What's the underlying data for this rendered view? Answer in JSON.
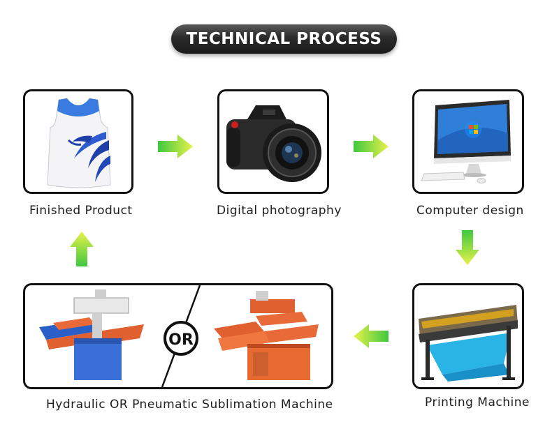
{
  "header": {
    "title": "TECHNICAL PROCESS"
  },
  "steps": [
    {
      "label": "Finished Product",
      "icon": "jersey-icon"
    },
    {
      "label": "Digital photography",
      "icon": "camera-icon"
    },
    {
      "label": "Computer design",
      "icon": "computer-icon"
    },
    {
      "label": "Printing Machine",
      "icon": "printer-icon"
    },
    {
      "label": "Hydraulic OR Pneumatic Sublimation Machine",
      "icon": "press-machine-icon"
    }
  ],
  "separator": {
    "text": "OR"
  },
  "colors": {
    "arrow_top": "#3fc83f",
    "arrow_bottom": "#e8f24a",
    "banner": "#2a2a2a",
    "border": "#111111"
  }
}
